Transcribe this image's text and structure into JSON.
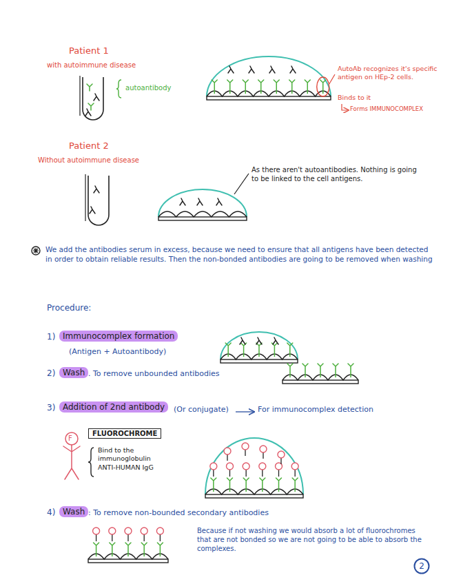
{
  "diagram": {
    "nodes": [
      {
        "text": [
          "Immunocomplex formation"
        ]
      },
      {
        "text": [
          "Wash"
        ]
      },
      {
        "text": [
          "Addition of 2nd antibody"
        ]
      },
      {
        "text": [
          "FLUOROCHROME"
        ]
      },
      {
        "text": [
          "Wash"
        ]
      },
      {
        "text": [
          "2"
        ]
      }
    ],
    "labels": [
      "Patient 1",
      "with autoimmune disease",
      "autoantibody",
      "AutoAb recognizes it's specific antigen on HEp-2 cells.",
      "Binds to it",
      "Forms IMMUNOCOMPLEX",
      "Patient 2",
      "Without autoimmune disease",
      "As there aren't autoantibodies. Nothing is going to be linked to the cell antigens.",
      "We add the antibodies serum in excess, because we need to ensure that all antigens have been detected in order to obtain reliable results. Then the non-bonded antibodies are going to be removed when washing",
      "Procedure:",
      "1)",
      "(Antigen + Autoantibody)",
      "2)",
      ". To remove unbounded antibodies",
      "3)",
      "(Or conjugate)",
      "For immunocomplex detection",
      "F",
      "Bind to the immunoglobulin ANTI-HUMAN IgG",
      "4)",
      ": To remove non-bounded secondary antibodies",
      "Because if not washing we would absorb a lot of fluorochromes that are not bonded so we are not going to be able to absorb the complexes."
    ]
  }
}
